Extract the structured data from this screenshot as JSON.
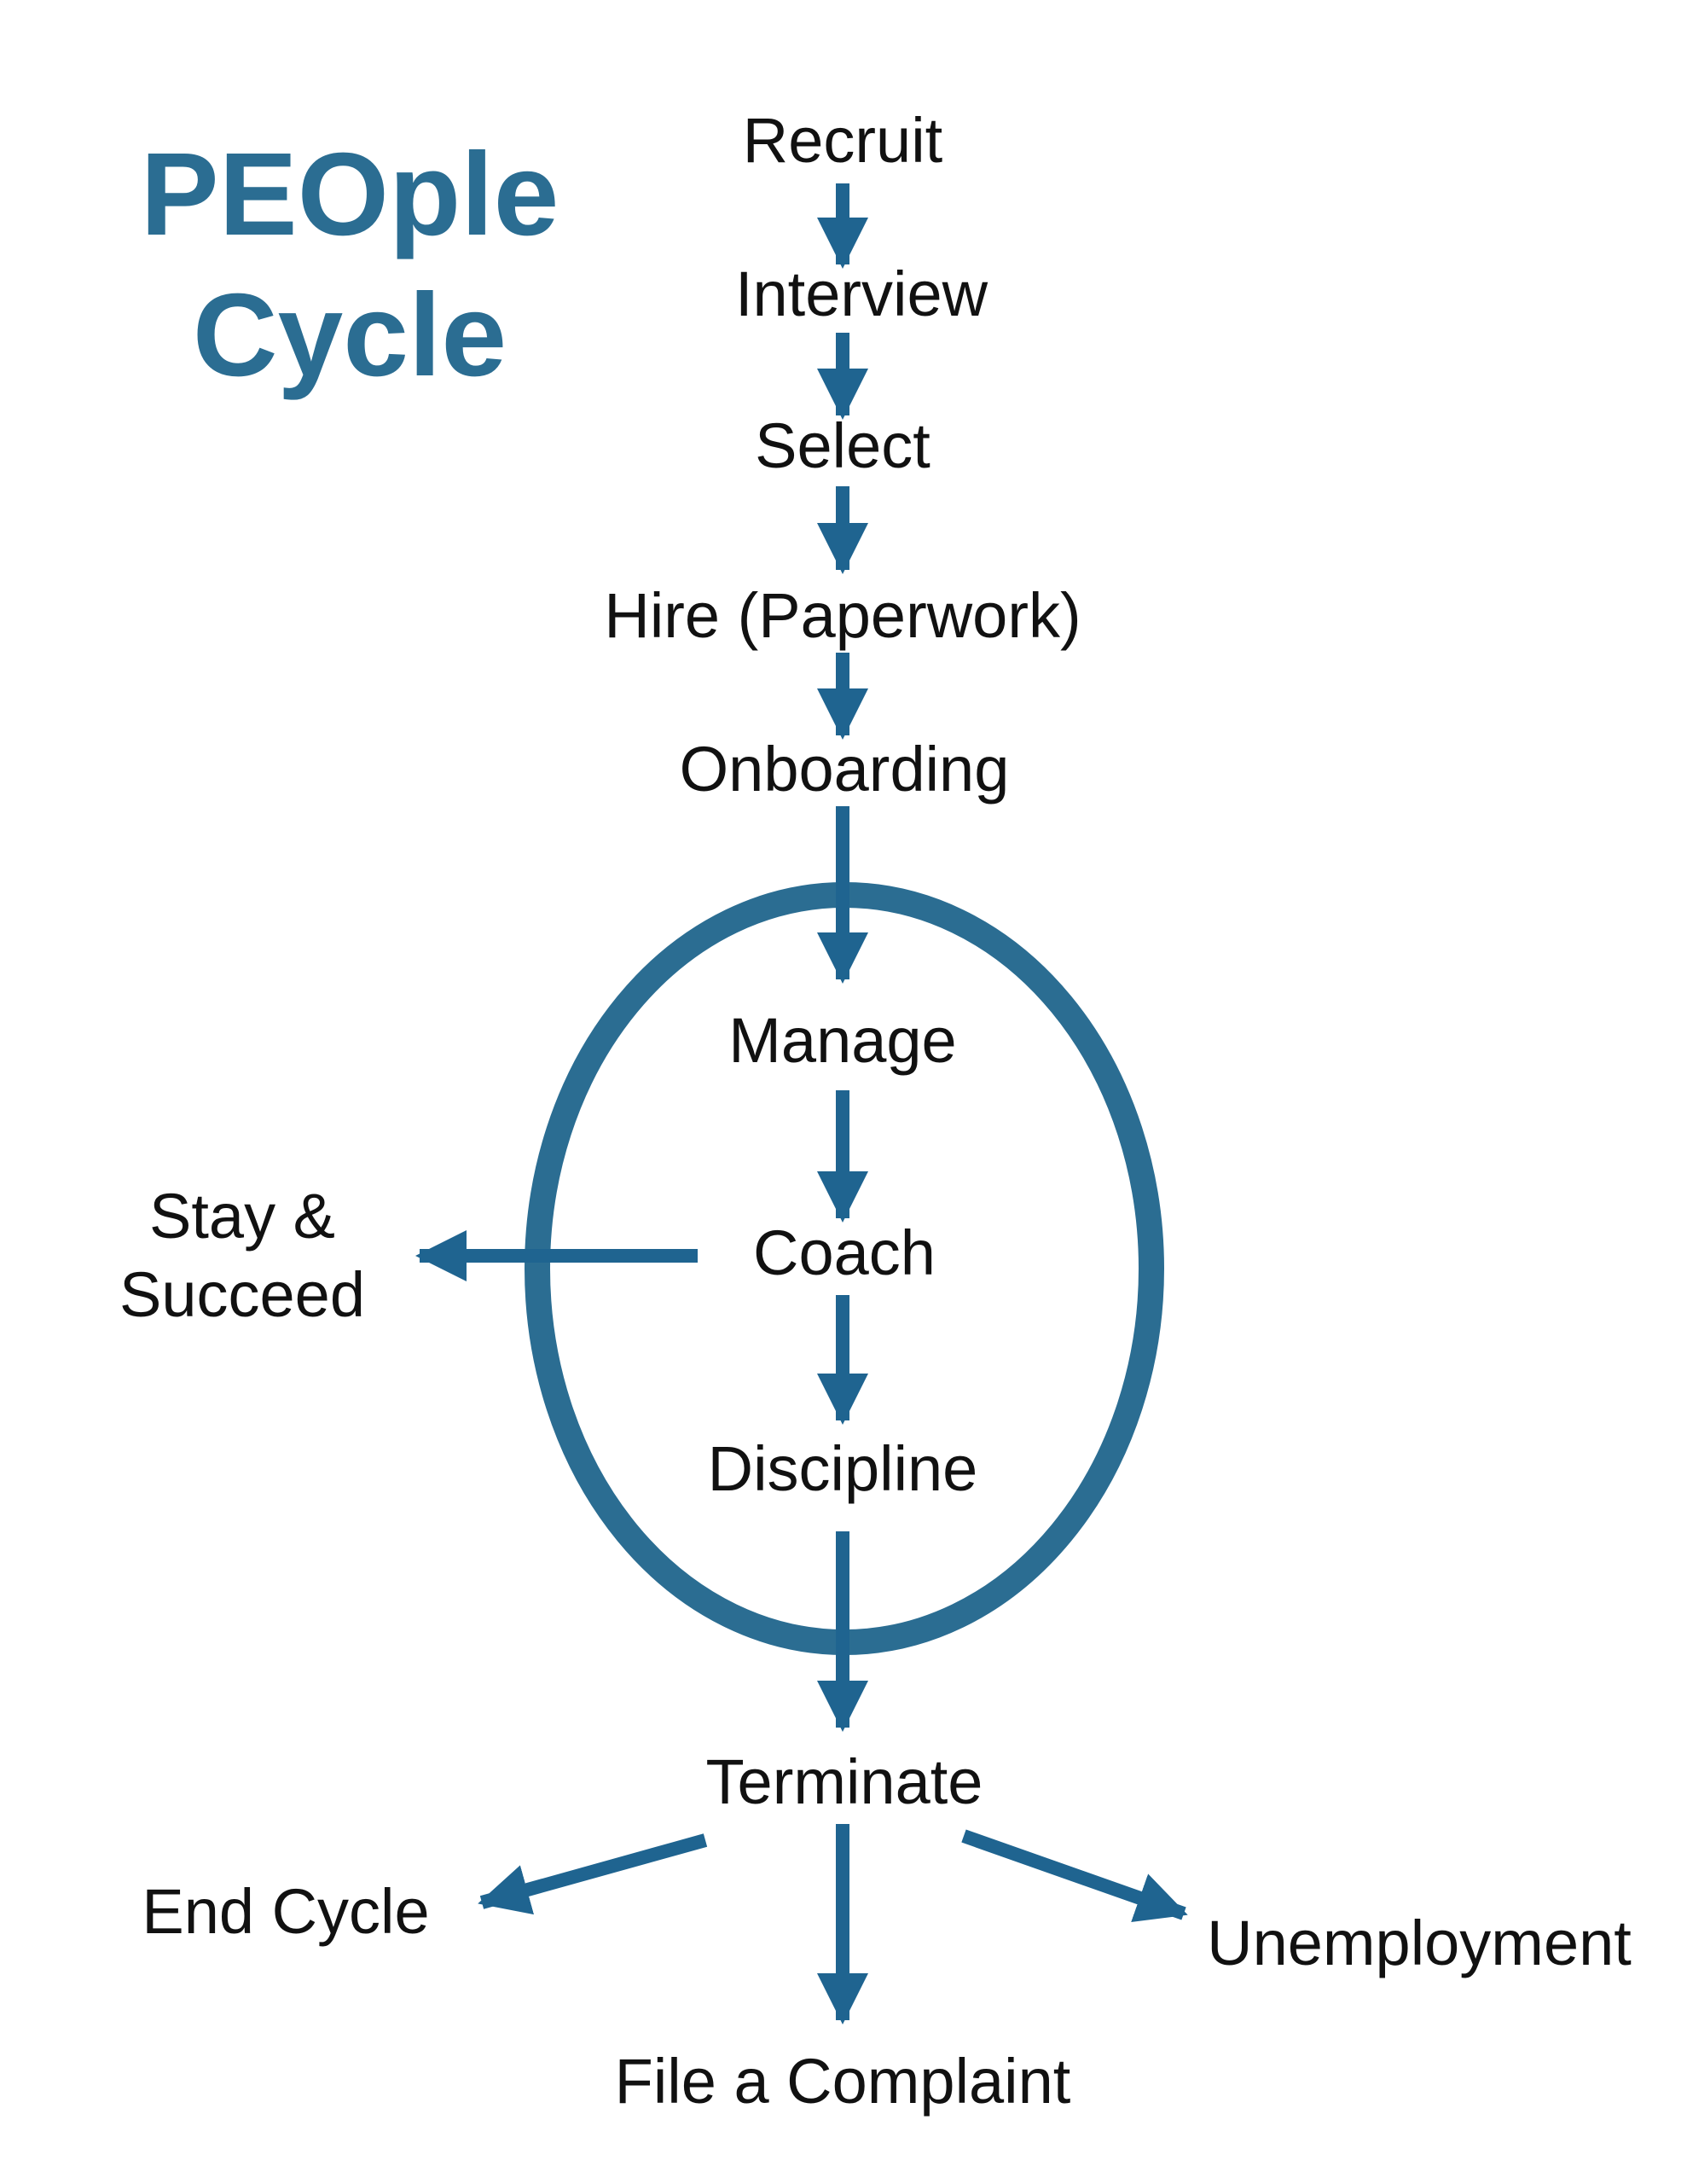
{
  "title": {
    "line1": "PEOple",
    "line2": "Cycle"
  },
  "colors": {
    "accent": "#1f6490",
    "ellipse": "#2b6d92",
    "text": "#111111",
    "background": "#ffffff"
  },
  "steps": {
    "recruit": "Recruit",
    "interview": "Interview",
    "select": "Select",
    "hire": "Hire (Paperwork)",
    "onboarding": "Onboarding",
    "manage": "Manage",
    "coach": "Coach",
    "discipline": "Discipline",
    "terminate": "Terminate"
  },
  "outcomes": {
    "stay_line1": "Stay &",
    "stay_line2": "Succeed",
    "end_cycle": "End Cycle",
    "file_complaint": "File a Complaint",
    "unemployment": "Unemployment"
  }
}
